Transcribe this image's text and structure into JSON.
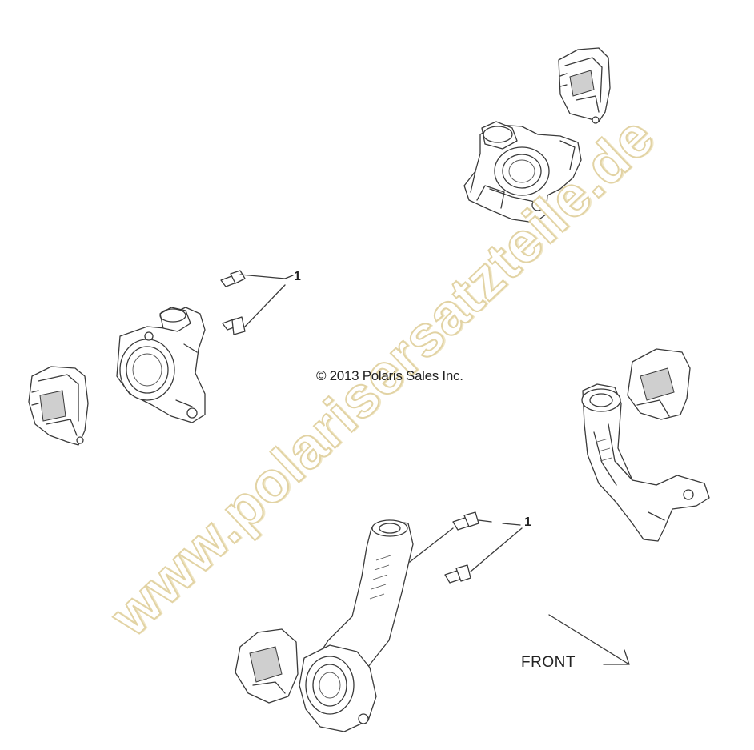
{
  "copyright": "© 2013 Polaris Sales Inc.",
  "front_label": "FRONT",
  "callouts": [
    "1",
    "1"
  ],
  "watermark": "www.polarisersatzteile.de",
  "colors": {
    "line": "#3a3a3a",
    "watermark_outline": "#e2d3a4",
    "background": "#ffffff"
  },
  "icons": [
    "front-direction-arrow-icon"
  ]
}
